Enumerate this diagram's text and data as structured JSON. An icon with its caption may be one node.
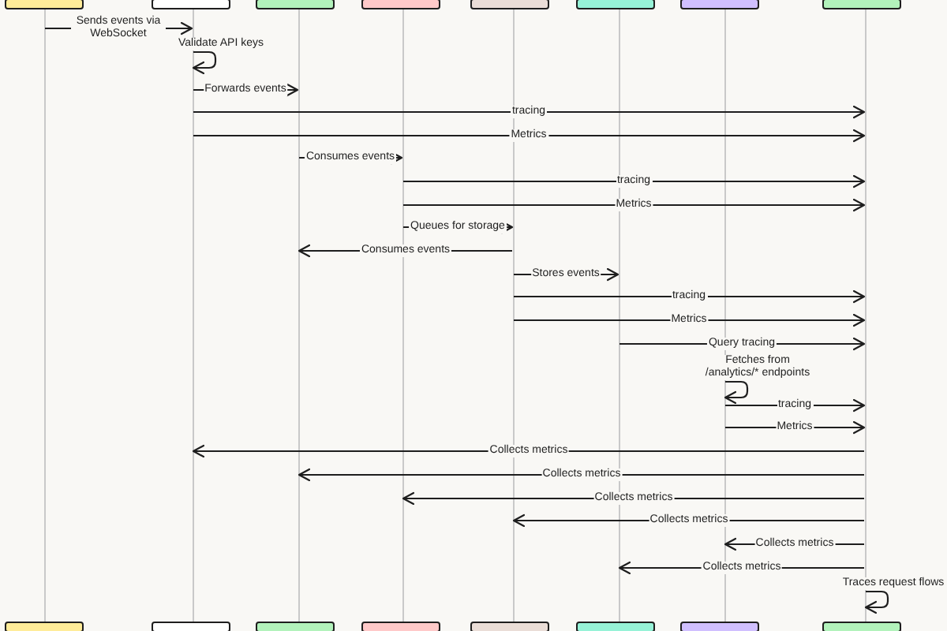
{
  "diagram": {
    "nodes": [
      {
        "text": [],
        "shape": "box"
      },
      {
        "text": [],
        "shape": "box"
      },
      {
        "text": [],
        "shape": "box"
      },
      {
        "text": [],
        "shape": "box"
      },
      {
        "text": [],
        "shape": "box"
      },
      {
        "text": [],
        "shape": "box"
      },
      {
        "text": [],
        "shape": "box"
      },
      {
        "text": [],
        "shape": "box"
      },
      {
        "text": [],
        "shape": "line"
      },
      {
        "text": [],
        "shape": "line"
      },
      {
        "text": [],
        "shape": "line"
      },
      {
        "text": [],
        "shape": "line"
      },
      {
        "text": [],
        "shape": "line"
      },
      {
        "text": [],
        "shape": "line"
      },
      {
        "text": [],
        "shape": "line"
      },
      {
        "text": [],
        "shape": "line"
      },
      {
        "text": [],
        "shape": "box"
      },
      {
        "text": [],
        "shape": "box"
      },
      {
        "text": [],
        "shape": "box"
      },
      {
        "text": [],
        "shape": "box"
      },
      {
        "text": [],
        "shape": "box"
      },
      {
        "text": [],
        "shape": "box"
      },
      {
        "text": [],
        "shape": "box"
      },
      {
        "text": [],
        "shape": "box"
      }
    ],
    "edges": [
      {
        "from": 8,
        "to": 9,
        "arrow": "to",
        "label": "Sends events via WebSocket"
      },
      {
        "from": 9,
        "to": 9,
        "arrow": "to",
        "label": "Validate API keys"
      },
      {
        "from": 9,
        "to": 10,
        "arrow": "to",
        "label": "Forwards events"
      },
      {
        "from": 9,
        "to": 15,
        "arrow": "to",
        "label": "tracing"
      },
      {
        "from": 9,
        "to": 15,
        "arrow": "to",
        "label": "Metrics"
      },
      {
        "from": 10,
        "to": 11,
        "arrow": "to",
        "label": "Consumes events"
      },
      {
        "from": 11,
        "to": 15,
        "arrow": "to",
        "label": "tracing"
      },
      {
        "from": 11,
        "to": 15,
        "arrow": "to",
        "label": "Metrics"
      },
      {
        "from": 11,
        "to": 12,
        "arrow": "to",
        "label": "Queues for storage"
      },
      {
        "from": 12,
        "to": 10,
        "arrow": "to",
        "label": "Consumes events"
      },
      {
        "from": 12,
        "to": 13,
        "arrow": "to",
        "label": "Stores events"
      },
      {
        "from": 12,
        "to": 15,
        "arrow": "to",
        "label": "tracing"
      },
      {
        "from": 12,
        "to": 15,
        "arrow": "to",
        "label": "Metrics"
      },
      {
        "from": 13,
        "to": 15,
        "arrow": "to",
        "label": "Query tracing"
      },
      {
        "from": 14,
        "to": 14,
        "arrow": "to",
        "label": "Fetches from /analytics/* endpoints"
      },
      {
        "from": 14,
        "to": 15,
        "arrow": "to",
        "label": "tracing"
      },
      {
        "from": 14,
        "to": 15,
        "arrow": "to",
        "label": "Metrics"
      },
      {
        "from": 15,
        "to": 9,
        "arrow": "to",
        "label": "Collects metrics"
      },
      {
        "from": 15,
        "to": 10,
        "arrow": "to",
        "label": "Collects metrics"
      },
      {
        "from": 15,
        "to": 11,
        "arrow": "to",
        "label": "Collects metrics"
      },
      {
        "from": 15,
        "to": 12,
        "arrow": "to",
        "label": "Collects metrics"
      },
      {
        "from": 15,
        "to": 14,
        "arrow": "to",
        "label": "Collects metrics"
      },
      {
        "from": 15,
        "to": 13,
        "arrow": "to",
        "label": "Collects metrics"
      },
      {
        "from": 15,
        "to": 15,
        "arrow": "to",
        "label": "Traces request flows"
      }
    ]
  }
}
